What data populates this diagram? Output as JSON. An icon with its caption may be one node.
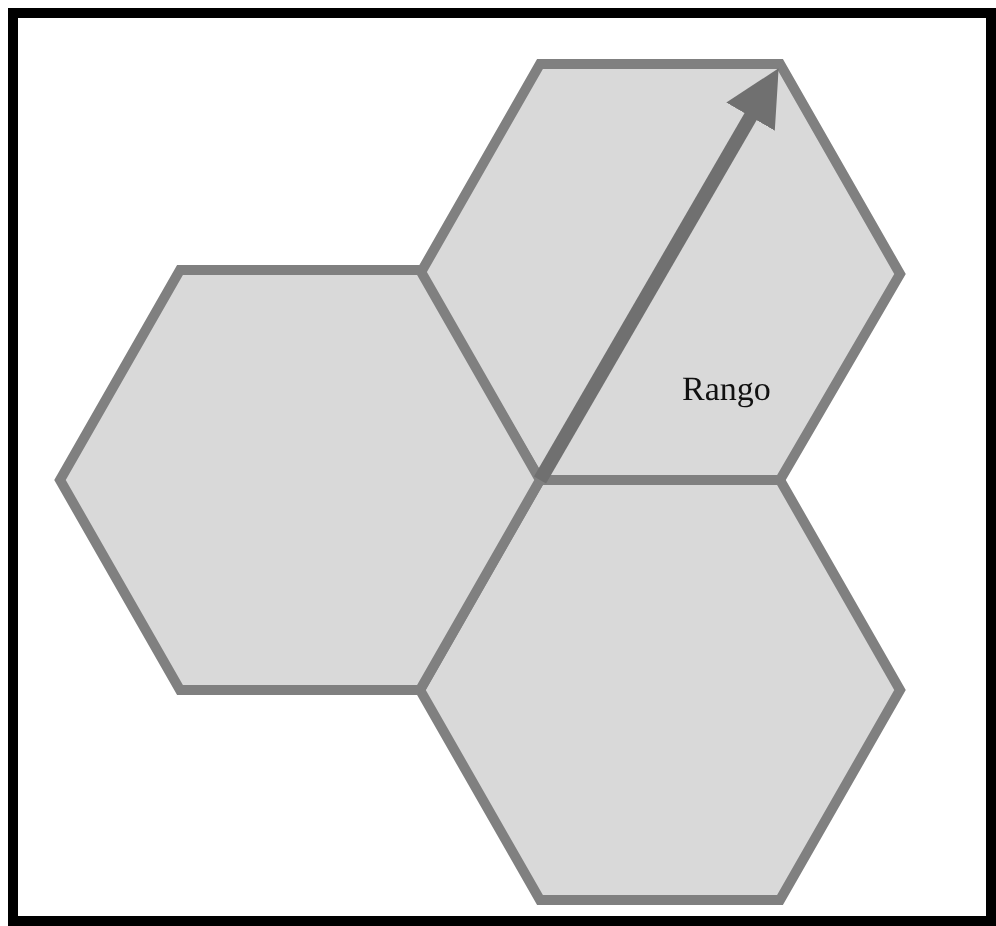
{
  "diagram": {
    "nodes": [
      {
        "text": [],
        "shape": "hexagon"
      },
      {
        "text": [],
        "shape": "hexagon"
      },
      {
        "text": [],
        "shape": "hexagon"
      }
    ],
    "labels": [
      "Rango"
    ]
  }
}
